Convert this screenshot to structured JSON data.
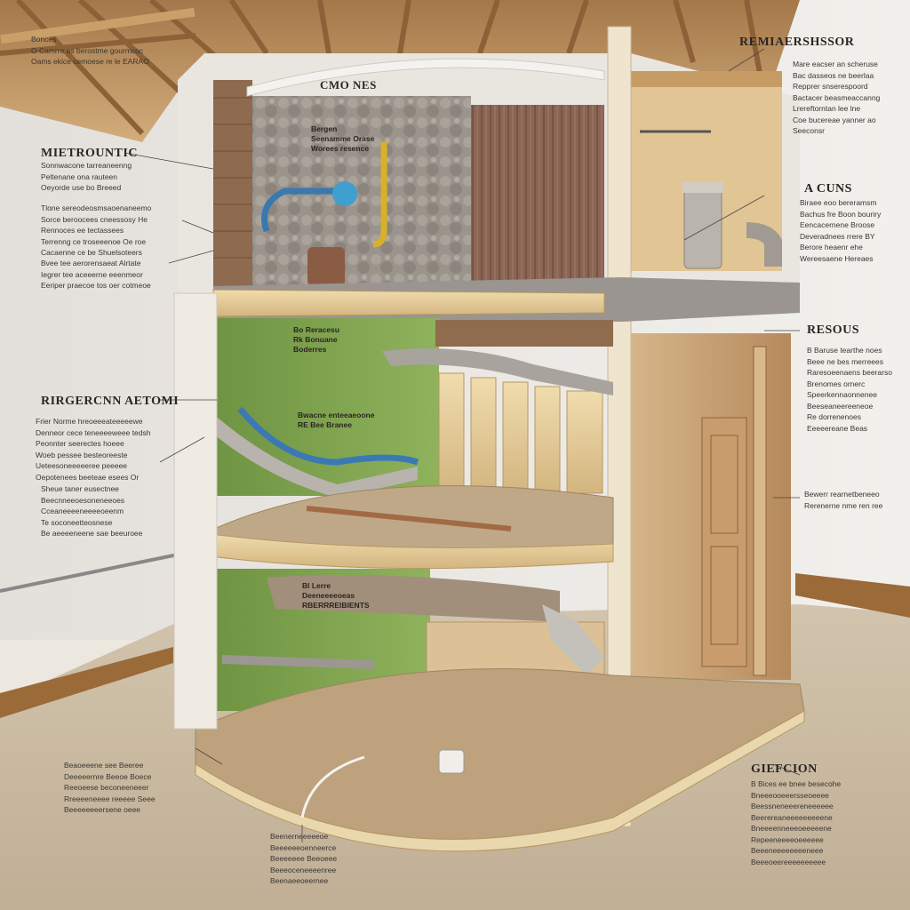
{
  "colors": {
    "wall": "#ece9e4",
    "floor": "#c8b9a2",
    "attic_wood": "#b58957",
    "insulation_gray": "#9a938b",
    "brown_batt": "#8a6452",
    "green_wall": "#7da04a",
    "joist_wood": "#e6cf9e",
    "trim": "#9a6a3a"
  },
  "labels": {
    "top_left": {
      "text": "Bonces\nO Camrre as berostme gourmcoc\nOams ekice cemoese re le EARAO"
    },
    "top_right": {
      "heading": "REMIAERSHSSOR",
      "body": "Mare eacser an scheruse\nBac dasseos ne beerlaa\nRepprer snserespoord\nBactacer beasmeaccanng\nLrereftorntan lee lne\nCoe bucereae yanner ao\nSeeconsr"
    },
    "attic_center": {
      "heading": "CMO NES"
    },
    "attic_tag": {
      "text": "Bergen\nSeenamme Orase\nWorees resence"
    },
    "left_1": {
      "heading": "MIETROUNTIC",
      "body": "Sonnwacone tarreaneenng\nPeltenane ona rauteen\nOeyorde use bo Breeed"
    },
    "left_2": {
      "body": "Tlone sereodeosmsaoenaneemo\nSorce beroocees cneessosy He\nRennoces ee tectassees\nTerrenng ce troseeenoe Oe roe\nCacaenne ce be Shuelsoteers"
    },
    "left_3": {
      "body": "Bvee tee aerorensaeat Alrtate\nIegrer tee aceeerne eeenmeor\nEeriper praecoe tos oer cotmeoe"
    },
    "right_1": {
      "heading": "A CUNS",
      "body": "Biraee eoo bereramsm\nBachus fre Boon bouriry\nEencacernene Broose\nDeveradnees rrere BY\nBerore heaenr ehe\nWereesaene Hereaes"
    },
    "middle_tag": {
      "text": "Bo Reracesu\nRk Bonuane\nBoderres"
    },
    "right_2": {
      "heading": "RESOUS",
      "body": "B Baruse tearthe noes\nBeee ne bes merreees\nRaresoeenaens beerarso\nBrenomes ornerc\nSpeerkennaonnenee\nBeeseaneereeneoe\nRe dorrenenoes\nEeeeereane Beas"
    },
    "middle_tag2": {
      "text": "Bwacne enteeaeoone\nRE Bee Branee"
    },
    "left_4": {
      "heading": "RIRGERCNN AETOMI",
      "body": "Frier Norme hreoeeeateeeeewe\nDenneor cece teneeeeweee tedsh\nPeonnter seerectes hoeee\nWoeb pessee besteoreeste\nUeteesoneeeeeree peeeee\nOepotenees beeteae esees Or"
    },
    "left_5": {
      "body": "Sheue taner eusectnee\nBeecnneeoesoneneeoes\nCceaneeeeneeeeoeenm\nTe soconeetteosnese\nBe aeeeeneene sae beeuroee"
    },
    "right_3": {
      "body": "Bewerr rearnetbeneeo\nRerenerne nme ren ree"
    },
    "lower_tag": {
      "text": "Bl Lerre\nDeeneeeeoeas\nRBERRREIBIENTS"
    },
    "bottom_left": {
      "body": "Beaoeeene see Beeree\nDeeeeernre Beeoe Boece\nReeoeese beconeeneeer\nRreeeeneeee reeeee Seee\nBeeeeeeeersene oeee"
    },
    "bottom_center": {
      "body": "Beenerneeeeeoe\nBeeeeeeoenneerce\nBeeeeeee Beeoeee\nBeeeoceneeeenree\nBeenaeeoeernee"
    },
    "bottom_right": {
      "heading": "GIEFCION",
      "body": "B Bices ee bnee besecohe\nBneeeooeeersseoeeee\nBeessneneeereneeeeee\nBeerereaneeeeeeeeene\nBneeeenneeeoeeeeene\nRepeeneeeeoeeeeee\nBeeeneeeeeeeeneee\nBeeeoeereeeeeeeeee"
    }
  }
}
